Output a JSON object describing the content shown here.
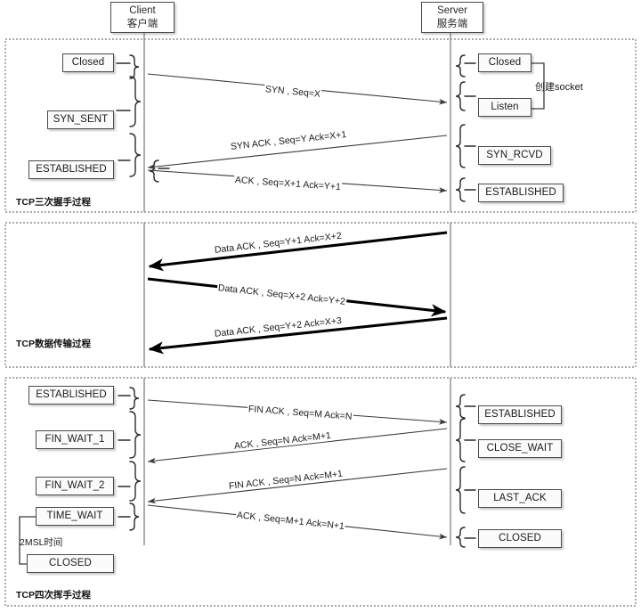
{
  "endpoints": {
    "client": {
      "title": "Client",
      "subtitle": "客户端"
    },
    "server": {
      "title": "Server",
      "subtitle": "服务端"
    }
  },
  "sections": [
    {
      "id": "handshake",
      "caption": "TCP三次握手过程",
      "client_states": [
        "Closed",
        "SYN_SENT",
        "ESTABLISHED"
      ],
      "server_states": [
        "Closed",
        "Listen",
        "SYN_RCVD",
        "ESTABLISHED"
      ],
      "annotations": [
        "创建socket"
      ],
      "messages": [
        {
          "label": "SYN , Seq=X",
          "direction": "right"
        },
        {
          "label": "SYN ACK , Seq=Y Ack=X+1",
          "direction": "left"
        },
        {
          "label": "ACK , Seq=X+1 Ack=Y+1",
          "direction": "right"
        }
      ]
    },
    {
      "id": "data-transfer",
      "caption": "TCP数据传输过程",
      "client_states": [],
      "server_states": [],
      "annotations": [],
      "messages": [
        {
          "label": "Data ACK , Seq=Y+1 Ack=X+2",
          "direction": "left"
        },
        {
          "label": "Data ACK , Seq=X+2 Ack=Y+2",
          "direction": "right"
        },
        {
          "label": "Data ACK , Seq=Y+2 Ack=X+3",
          "direction": "left"
        }
      ]
    },
    {
      "id": "teardown",
      "caption": "TCP四次挥手过程",
      "client_states": [
        "ESTABLISHED",
        "FIN_WAIT_1",
        "FIN_WAIT_2",
        "TIME_WAIT",
        "CLOSED"
      ],
      "server_states": [
        "ESTABLISHED",
        "CLOSE_WAIT",
        "LAST_ACK",
        "CLOSED"
      ],
      "annotations": [
        "2MSL时间"
      ],
      "messages": [
        {
          "label": "FIN ACK , Seq=M Ack=N",
          "direction": "right"
        },
        {
          "label": "ACK , Seq=N Ack=M+1",
          "direction": "left"
        },
        {
          "label": "FIN ACK , Seq=N Ack=M+1",
          "direction": "left"
        },
        {
          "label": "ACK , Seq=M+1 Ack=N+1",
          "direction": "right"
        }
      ]
    }
  ],
  "colors": {
    "line": "#555555",
    "box_border": "#4a4a4a",
    "box_fill": "#fbfbfb",
    "section_border": "#888888",
    "text": "#1a1a1a"
  }
}
